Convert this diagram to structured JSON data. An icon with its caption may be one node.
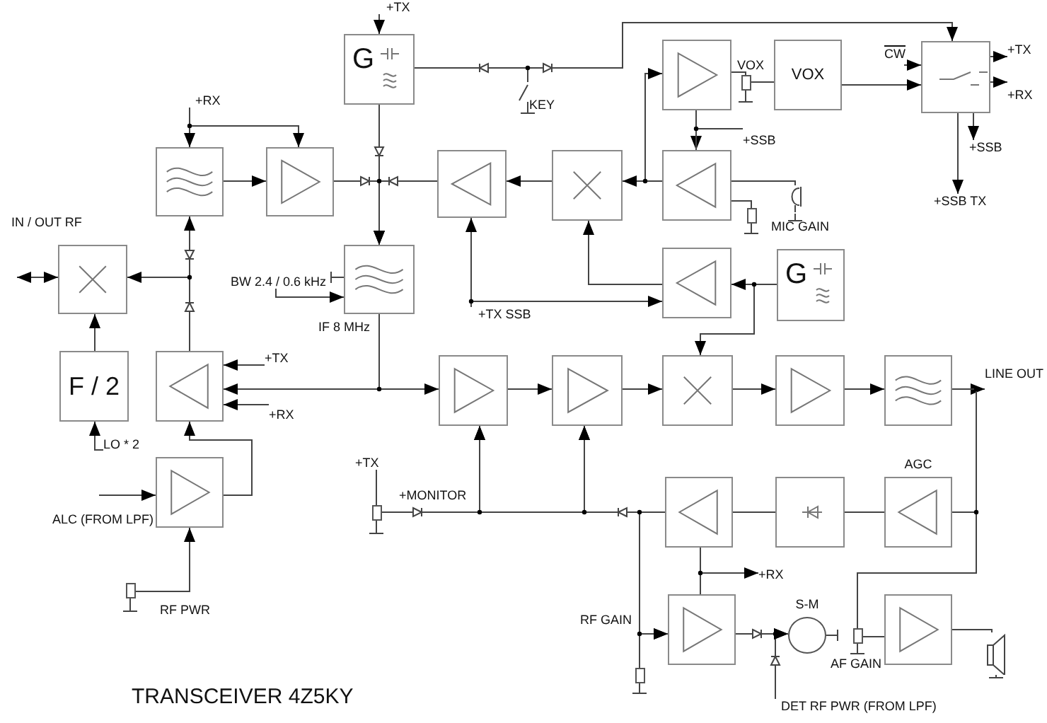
{
  "diagram": {
    "title": "TRANSCEIVER 4Z5KY",
    "nodes": [
      {
        "text": [
          "G"
        ]
      },
      {
        "text": [],
        "shape": "box"
      },
      {
        "text": [],
        "shape": "box"
      },
      {
        "text": [],
        "shape": "box"
      },
      {
        "text": [],
        "shape": "box"
      },
      {
        "text": [],
        "shape": "box"
      },
      {
        "text": [],
        "shape": "box"
      },
      {
        "text": [],
        "shape": "resistor"
      },
      {
        "text": [
          "VOX"
        ]
      },
      {
        "text": [],
        "shape": "box"
      },
      {
        "text": [],
        "shape": "box"
      },
      {
        "text": [],
        "shape": "box",
        "beside": [
          "IF 8 MHz"
        ]
      },
      {
        "text": [],
        "shape": "box"
      },
      {
        "text": [
          "G"
        ]
      },
      {
        "text": [],
        "shape": "picture"
      },
      {
        "text": [],
        "shape": "resistor",
        "beside": [
          "MIC GAIN"
        ]
      },
      {
        "text": [
          "F / 2"
        ]
      },
      {
        "text": [],
        "shape": "box"
      },
      {
        "text": [],
        "shape": "box"
      },
      {
        "text": [],
        "shape": "box"
      },
      {
        "text": [],
        "shape": "box"
      },
      {
        "text": [],
        "shape": "box"
      },
      {
        "text": [],
        "shape": "box"
      },
      {
        "text": [],
        "shape": "box",
        "beside": [
          "ALC (FROM LPF)"
        ]
      },
      {
        "text": [],
        "shape": "resistor"
      },
      {
        "text": [],
        "shape": "box"
      },
      {
        "text": [],
        "shape": "box"
      },
      {
        "text": [
          "AGC"
        ]
      },
      {
        "text": [],
        "shape": "resistor",
        "beside": [
          "RF PWR"
        ]
      },
      {
        "text": [],
        "shape": "box"
      },
      {
        "text": [
          "S-M"
        ]
      },
      {
        "text": [],
        "shape": "resistor"
      },
      {
        "text": [],
        "shape": "box"
      },
      {
        "text": [],
        "shape": "resistor",
        "beside": [
          "RF GAIN"
        ]
      },
      {
        "text": [],
        "shape": "picture"
      },
      {
        "text": [
          "+TX"
        ]
      },
      {
        "text": [
          "+TX"
        ]
      },
      {
        "text": [
          "CW"
        ]
      },
      {
        "text": [
          "+RX"
        ]
      },
      {
        "text": [
          "+RX"
        ]
      },
      {
        "text": [
          "+SSB"
        ]
      },
      {
        "text": [
          "+SSB"
        ]
      },
      {
        "text": [
          "+SSB TX"
        ]
      },
      {
        "text": [
          "+TX SSB"
        ]
      },
      {
        "text": [
          "BW 2.4 / 0.6 kHz"
        ]
      },
      {
        "text": [
          "+TX"
        ]
      },
      {
        "text": [
          "+RX"
        ]
      },
      {
        "text": [
          "LINE OUT"
        ]
      },
      {
        "text": [
          "LO * 2"
        ]
      },
      {
        "text": [
          "+TX"
        ]
      },
      {
        "text": [
          "+RX"
        ]
      },
      {
        "text": [
          "DET RF PWR (FROM LPF)"
        ]
      }
    ],
    "edges": [
      {
        "from": 35,
        "to": 0,
        "arrow": "to"
      },
      {
        "from": 0,
        "to": 9,
        "arrow": "to"
      },
      {
        "from": 0,
        "to": 11,
        "arrow": "to"
      },
      {
        "from": 1,
        "to": 2,
        "arrow": "to"
      },
      {
        "from": 2,
        "to": 11,
        "arrow": "to"
      },
      {
        "from": 3,
        "to": 11,
        "arrow": "to"
      },
      {
        "from": 4,
        "to": 3,
        "arrow": "to"
      },
      {
        "from": 5,
        "to": 4,
        "arrow": "to"
      },
      {
        "from": 5,
        "to": 6,
        "arrow": "to"
      },
      {
        "from": 6,
        "to": 7,
        "arrow": "none"
      },
      {
        "from": 7,
        "to": 8,
        "arrow": "none"
      },
      {
        "from": 8,
        "to": 9,
        "arrow": "to"
      },
      {
        "from": 37,
        "to": 9,
        "arrow": "to"
      },
      {
        "from": 9,
        "to": 36,
        "arrow": "to"
      },
      {
        "from": 9,
        "to": 38,
        "arrow": "to"
      },
      {
        "from": 9,
        "to": 41,
        "arrow": "to"
      },
      {
        "from": 9,
        "to": 42,
        "arrow": "to"
      },
      {
        "from": 40,
        "to": 5,
        "arrow": "to"
      },
      {
        "from": 6,
        "to": 5,
        "arrow": "none"
      },
      {
        "from": 14,
        "to": 5,
        "arrow": "none"
      },
      {
        "from": 15,
        "to": 5,
        "arrow": "none"
      },
      {
        "from": 13,
        "to": 12,
        "arrow": "to"
      },
      {
        "from": 12,
        "to": 4,
        "arrow": "to"
      },
      {
        "from": 13,
        "to": 20,
        "arrow": "to"
      },
      {
        "from": 43,
        "to": 12,
        "arrow": "to"
      },
      {
        "from": 43,
        "to": 3,
        "arrow": "to"
      },
      {
        "from": 39,
        "to": 1,
        "arrow": "to"
      },
      {
        "from": 39,
        "to": 2,
        "arrow": "to"
      },
      {
        "from": null,
        "to": 10,
        "arrow": "both"
      },
      {
        "from": 10,
        "to": 1,
        "arrow": "to"
      },
      {
        "from": 17,
        "to": 10,
        "arrow": "to"
      },
      {
        "from": 16,
        "to": 10,
        "arrow": "to"
      },
      {
        "from": 48,
        "to": 16,
        "arrow": "to"
      },
      {
        "from": 44,
        "to": 11,
        "arrow": "to"
      },
      {
        "from": 11,
        "to": 17,
        "arrow": "to"
      },
      {
        "from": 11,
        "to": 18,
        "arrow": "to"
      },
      {
        "from": 45,
        "to": 17,
        "arrow": "to"
      },
      {
        "from": 46,
        "to": 17,
        "arrow": "to"
      },
      {
        "from": 23,
        "to": 17,
        "arrow": "to"
      },
      {
        "from": null,
        "to": 23,
        "arrow": "to"
      },
      {
        "from": 28,
        "to": 23,
        "arrow": "to"
      },
      {
        "from": 18,
        "to": 19,
        "arrow": "to"
      },
      {
        "from": 19,
        "to": 20,
        "arrow": "to"
      },
      {
        "from": 20,
        "to": 21,
        "arrow": "to"
      },
      {
        "from": 21,
        "to": 22,
        "arrow": "to"
      },
      {
        "from": 22,
        "to": 47,
        "arrow": "to"
      },
      {
        "from": 22,
        "to": 27,
        "arrow": "none"
      },
      {
        "from": 27,
        "to": 26,
        "arrow": "none"
      },
      {
        "from": 26,
        "to": 25,
        "arrow": "none"
      },
      {
        "from": 25,
        "to": 18,
        "arrow": "to"
      },
      {
        "from": 25,
        "to": 19,
        "arrow": "to"
      },
      {
        "from": 24,
        "to": 18,
        "arrow": "to"
      },
      {
        "from": 24,
        "to": 19,
        "arrow": "to"
      },
      {
        "from": 49,
        "to": 24,
        "arrow": "none"
      },
      {
        "from": 25,
        "to": 29,
        "arrow": "to"
      },
      {
        "from": 33,
        "to": 29,
        "arrow": "to"
      },
      {
        "from": 25,
        "to": 50,
        "arrow": "to"
      },
      {
        "from": 25,
        "to": 29,
        "arrow": "none"
      },
      {
        "from": 29,
        "to": 30,
        "arrow": "to"
      },
      {
        "from": 51,
        "to": 30,
        "arrow": "to"
      },
      {
        "from": 22,
        "to": 31,
        "arrow": "none"
      },
      {
        "from": 31,
        "to": 32,
        "arrow": "none"
      },
      {
        "from": 32,
        "to": 34,
        "arrow": "none"
      }
    ],
    "labels": [
      "VOX",
      "KEY",
      "IN / OUT RF",
      "+MONITOR",
      "AF GAIN"
    ]
  }
}
